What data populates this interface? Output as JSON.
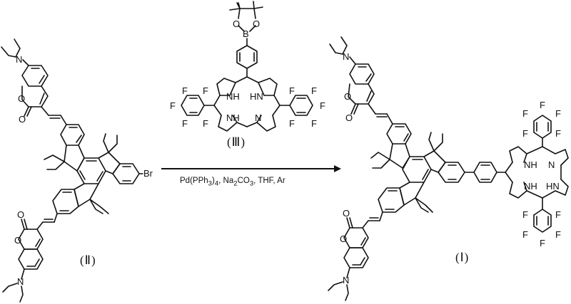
{
  "scheme": {
    "type": "chemical-reaction-scheme",
    "reactant_1": {
      "label": "(Ⅱ)",
      "substituent_label": "Br",
      "atoms": [
        "N",
        "N",
        "O",
        "O",
        "O",
        "O",
        "Br"
      ]
    },
    "reactant_2": {
      "label": "(Ⅲ)",
      "boron_label": "B",
      "ester_oxygens": [
        "O",
        "O"
      ],
      "inner_nh": [
        "NH",
        "HN",
        "NH",
        "N"
      ],
      "fluorine_label": "F"
    },
    "product": {
      "label": "(Ⅰ)",
      "inner_nh": [
        "NH",
        "N",
        "NH",
        "HN"
      ],
      "fluorine_label": "F"
    },
    "arrow": {
      "direction": "right",
      "conditions": {
        "catalyst": "Pd(PPh",
        "catalyst_sub": "3",
        "catalyst_close": ")",
        "catalyst_sub2": "4",
        "sep1": ", ",
        "base": "Na",
        "base_sub": "2",
        "base_rest": "CO",
        "base_sub2": "3",
        "rest": ", THF, Ar"
      }
    }
  }
}
